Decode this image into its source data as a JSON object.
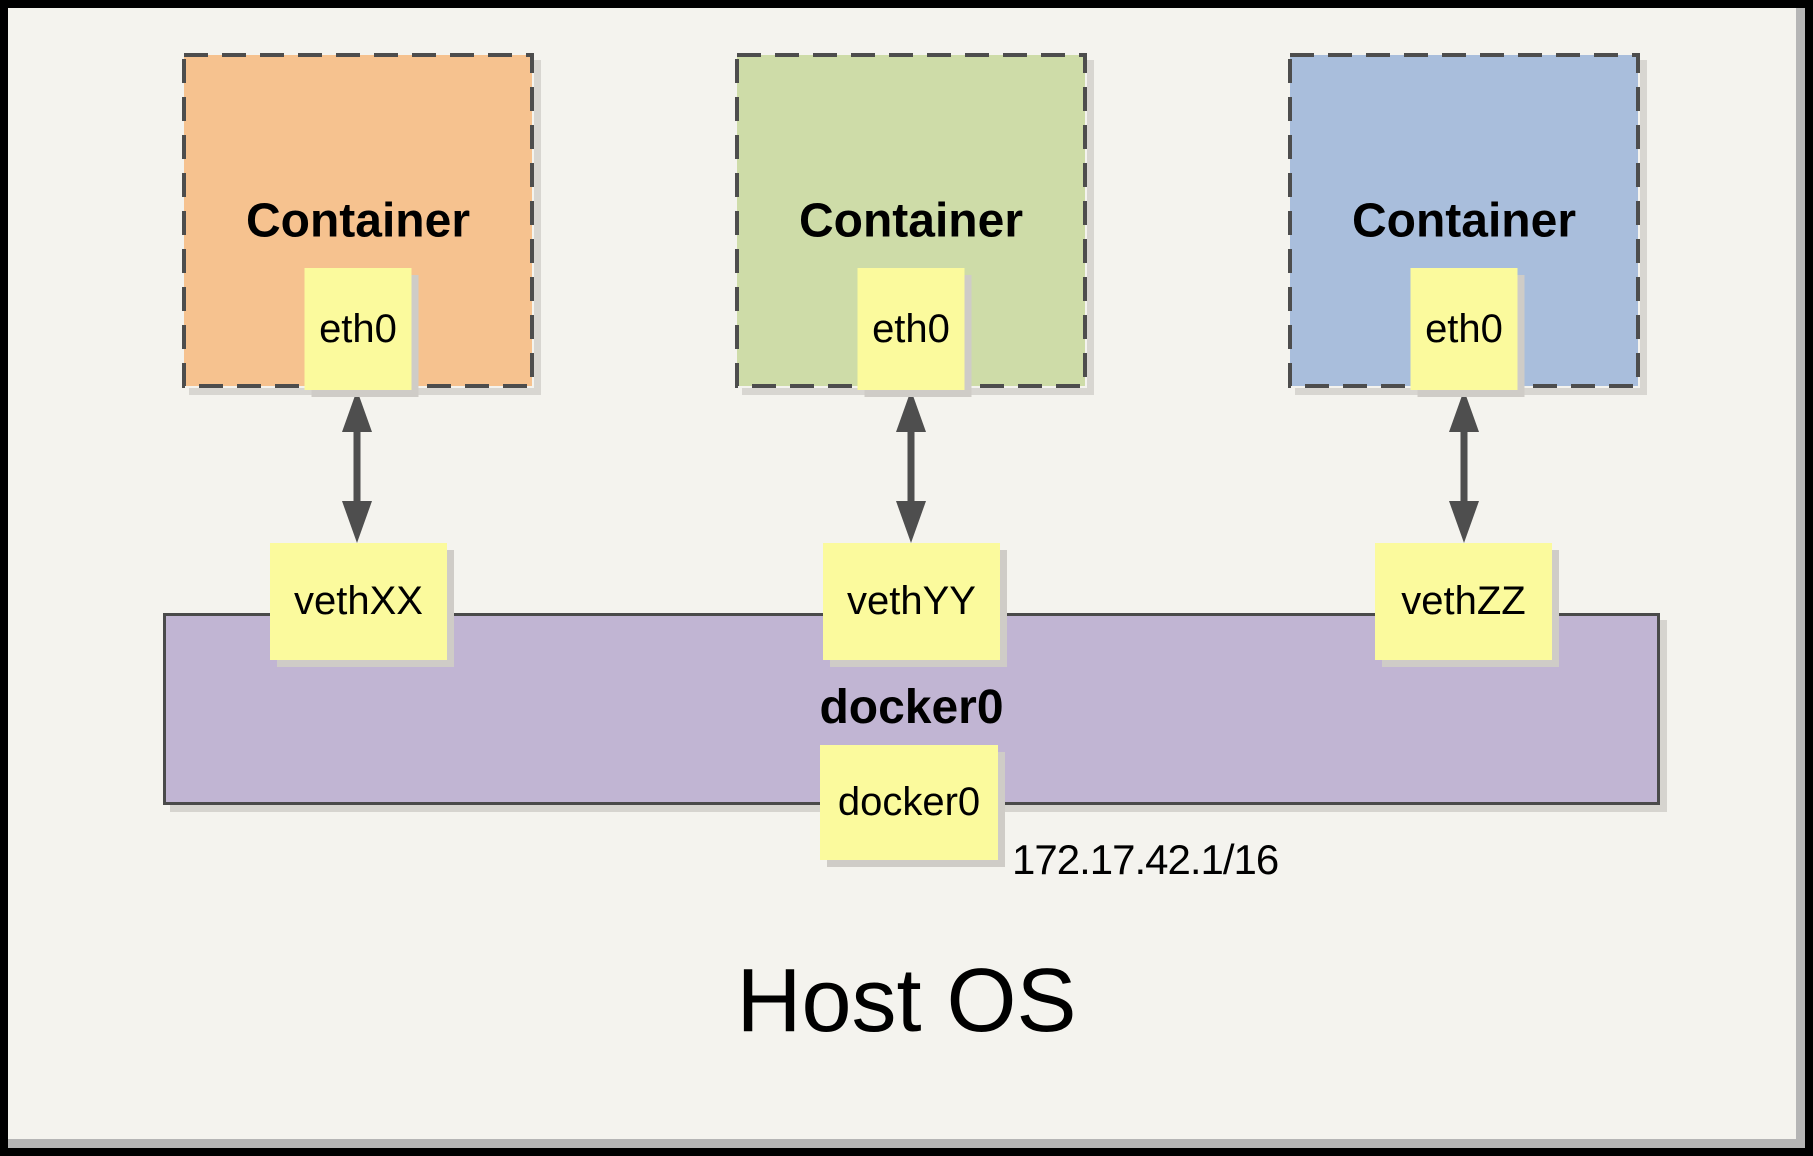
{
  "diagram": {
    "background": "#F4F3EE",
    "border_color": "#4D4D4D",
    "arrow_color": "#4E4E4E",
    "note_fill": "#FBFA9D",
    "containers": [
      {
        "label": "Container",
        "interface_label": "eth0",
        "fill": "#F6C28F"
      },
      {
        "label": "Container",
        "interface_label": "eth0",
        "fill": "#CEDCA8"
      },
      {
        "label": "Container",
        "interface_label": "eth0",
        "fill": "#A9BEDC"
      }
    ],
    "veths": [
      {
        "label": "vethXX"
      },
      {
        "label": "vethYY"
      },
      {
        "label": "vethZZ"
      }
    ],
    "bridge": {
      "label": "docker0",
      "interface_label": "docker0",
      "ip": "172.17.42.1/16",
      "fill": "#C1B5D3"
    },
    "host_label": "Host OS"
  }
}
